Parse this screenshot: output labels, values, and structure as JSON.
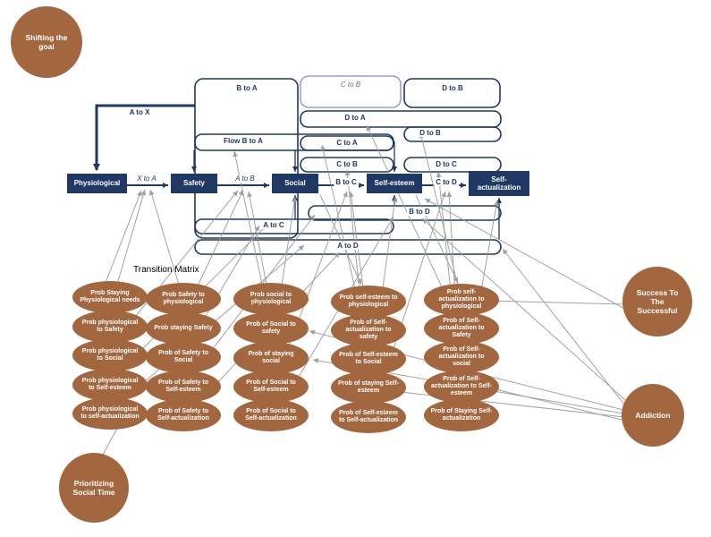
{
  "colors": {
    "node_brown": "#a2673f",
    "navy": "#1f3864",
    "connector_gray": "#999999",
    "light_purple_border": "#9b9bd7"
  },
  "loops": {
    "shifting_the_goal": "Shifting the goal",
    "success_to_the_successful": "Success To The Successful",
    "addiction": "Addiction",
    "prioritizing_social_time": "Prioritizing Social Time"
  },
  "states": [
    "Physiological",
    "Safety",
    "Social",
    "Self-esteem",
    "Self-actualization"
  ],
  "transition_arrows": {
    "x_to_a": "X to A",
    "a_to_b": "A to B",
    "b_to_c": "B to C",
    "c_to_d": "C to D"
  },
  "return_flows": {
    "a_to_x": "A to X",
    "b_to_a": "B to A",
    "c_to_b_upper": "C to B",
    "d_to_b_upper": "D to B",
    "d_to_a": "D to A",
    "d_to_b": "D to B",
    "flow_b_to_a": "Flow B to A",
    "c_to_a": "C to A",
    "c_to_b": "C to B",
    "d_to_c": "D to C",
    "b_to_d": "B to D",
    "a_to_c": "A to C",
    "a_to_d": "A to D"
  },
  "transition_matrix_label": "Transition Matrix",
  "matrix_columns": [
    [
      "Prob Staying Physiological needs",
      "Prob physiological to Safety",
      "Prob physiological to Social",
      "Prob physiological to Self-esteem",
      "Prob physiological to self-actualization"
    ],
    [
      "Prob Safety to physiological",
      "Prob staying Safety",
      "Prob of Safety to Social",
      "Prob of Safety to Self-esteem",
      "Prob of Safety to Self-actualization"
    ],
    [
      "Prob social to physiological",
      "Prob of Social to safety",
      "Prob of staying social",
      "Prob of Social to Self-esteem",
      "Prob of Social to Self-actualization"
    ],
    [
      "Prob self-esteem to physiological",
      "Prob of Self-actualization to safety",
      "Prob of Self-esteem to Social",
      "Prob of staying Self-esteem",
      "Prob of Self-esteem to Self-actualization"
    ],
    [
      "Prob self-actualization to physiological",
      "Prob of Self-actualization to Safety",
      "Prob of Self-actualization to social",
      "Prob of Self-actualization to Self-esteem",
      "Prob of Staying Self-actualization"
    ]
  ]
}
